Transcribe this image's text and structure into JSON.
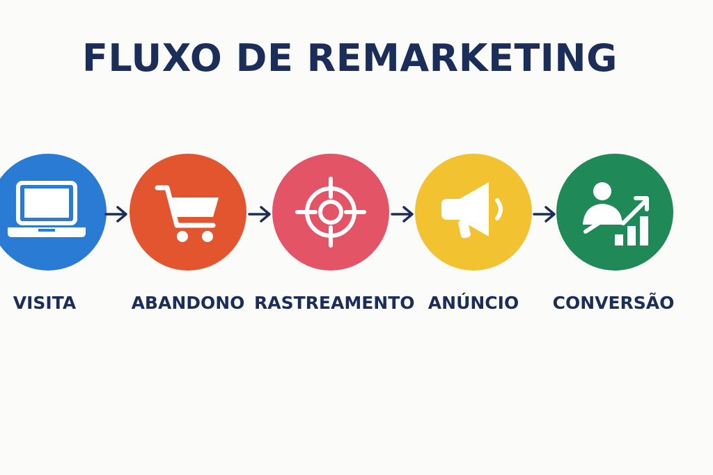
{
  "title": "FLUXO DE REMARKETING",
  "steps": [
    {
      "label": "VISITA",
      "icon": "laptop-icon",
      "color": "#2a7bd4"
    },
    {
      "label": "ABANDONO",
      "icon": "shopping-cart-icon",
      "color": "#e2552e"
    },
    {
      "label": "RASTREAMENTO",
      "icon": "target-icon",
      "color": "#e35466"
    },
    {
      "label": "ANÚNCIO",
      "icon": "megaphone-icon",
      "color": "#f2c230"
    },
    {
      "label": "CONVERSÃO",
      "icon": "growth-chart-icon",
      "color": "#1f8a57"
    }
  ],
  "colors": {
    "text": "#1b2d59",
    "background": "#fbfbf9",
    "icon": "#ffffff"
  }
}
